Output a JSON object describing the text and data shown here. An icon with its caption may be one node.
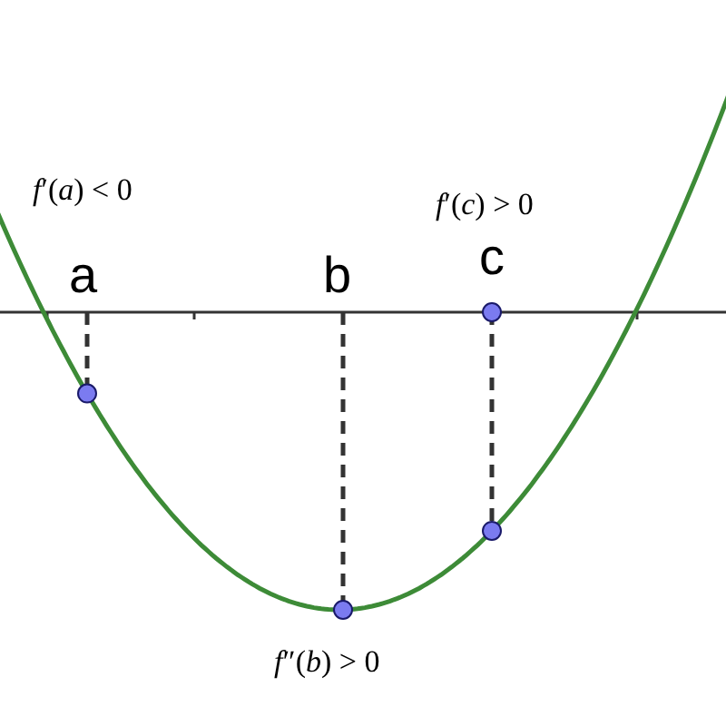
{
  "diagram": {
    "labels": [
      "*f*′(*a*) < 0",
      "*f*′(*c*) > 0",
      "a",
      "b",
      "c",
      "*f*″(*b*) > 0"
    ]
  }
}
